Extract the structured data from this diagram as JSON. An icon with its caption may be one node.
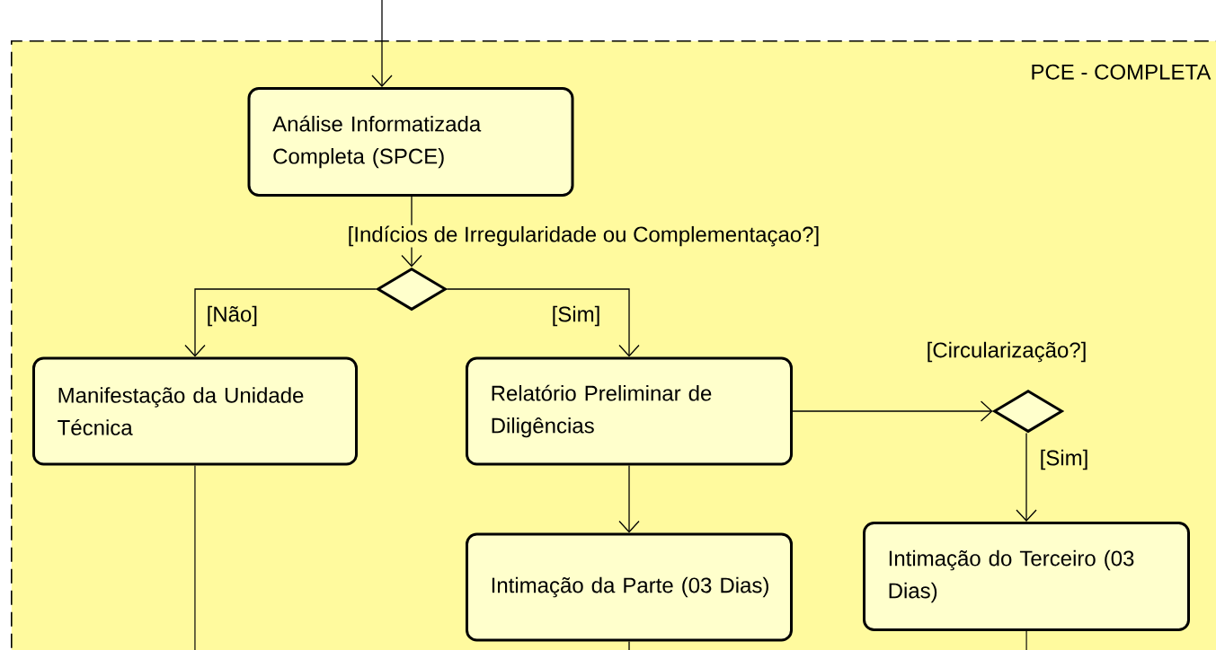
{
  "diagram": {
    "nodes": [
      {
        "text": [
          "PCE - COMPLETA"
        ]
      },
      {
        "text": [
          "Análise Informatizada Completa (SPCE)"
        ],
        "in": 0
      },
      {
        "text": [],
        "shape": "diamond",
        "in": 0
      },
      {
        "text": [
          "Manifestação da Unidade Técnica"
        ],
        "in": 0
      },
      {
        "text": [
          "Relatório Preliminar de Diligências"
        ],
        "in": 0
      },
      {
        "text": [],
        "shape": "diamond",
        "in": 0,
        "beside": [
          "[Circularização?]"
        ]
      },
      {
        "text": [
          "Intimação da Parte (03 Dias)"
        ],
        "in": 0
      },
      {
        "text": [
          "Intimação do Terceiro (03 Dias)"
        ],
        "in": 0
      }
    ],
    "edges": [
      {
        "from": null,
        "to": 1,
        "arrow": "to"
      },
      {
        "from": 1,
        "to": 2,
        "arrow": "to",
        "label": "[Indícios de Irregularidade ou Complementaçao?]"
      },
      {
        "from": 2,
        "to": 3,
        "arrow": "to",
        "label": "[Não]"
      },
      {
        "from": 2,
        "to": 4,
        "arrow": "to",
        "label": "[Sim]"
      },
      {
        "from": 4,
        "to": 5,
        "arrow": "to"
      },
      {
        "from": 5,
        "to": 7,
        "arrow": "to",
        "label": "[Sim]"
      },
      {
        "from": 4,
        "to": 6,
        "arrow": "to"
      },
      {
        "from": 3,
        "to": null,
        "arrow": "none"
      },
      {
        "from": 6,
        "to": null,
        "arrow": "none"
      },
      {
        "from": 7,
        "to": null,
        "arrow": "none"
      }
    ]
  }
}
